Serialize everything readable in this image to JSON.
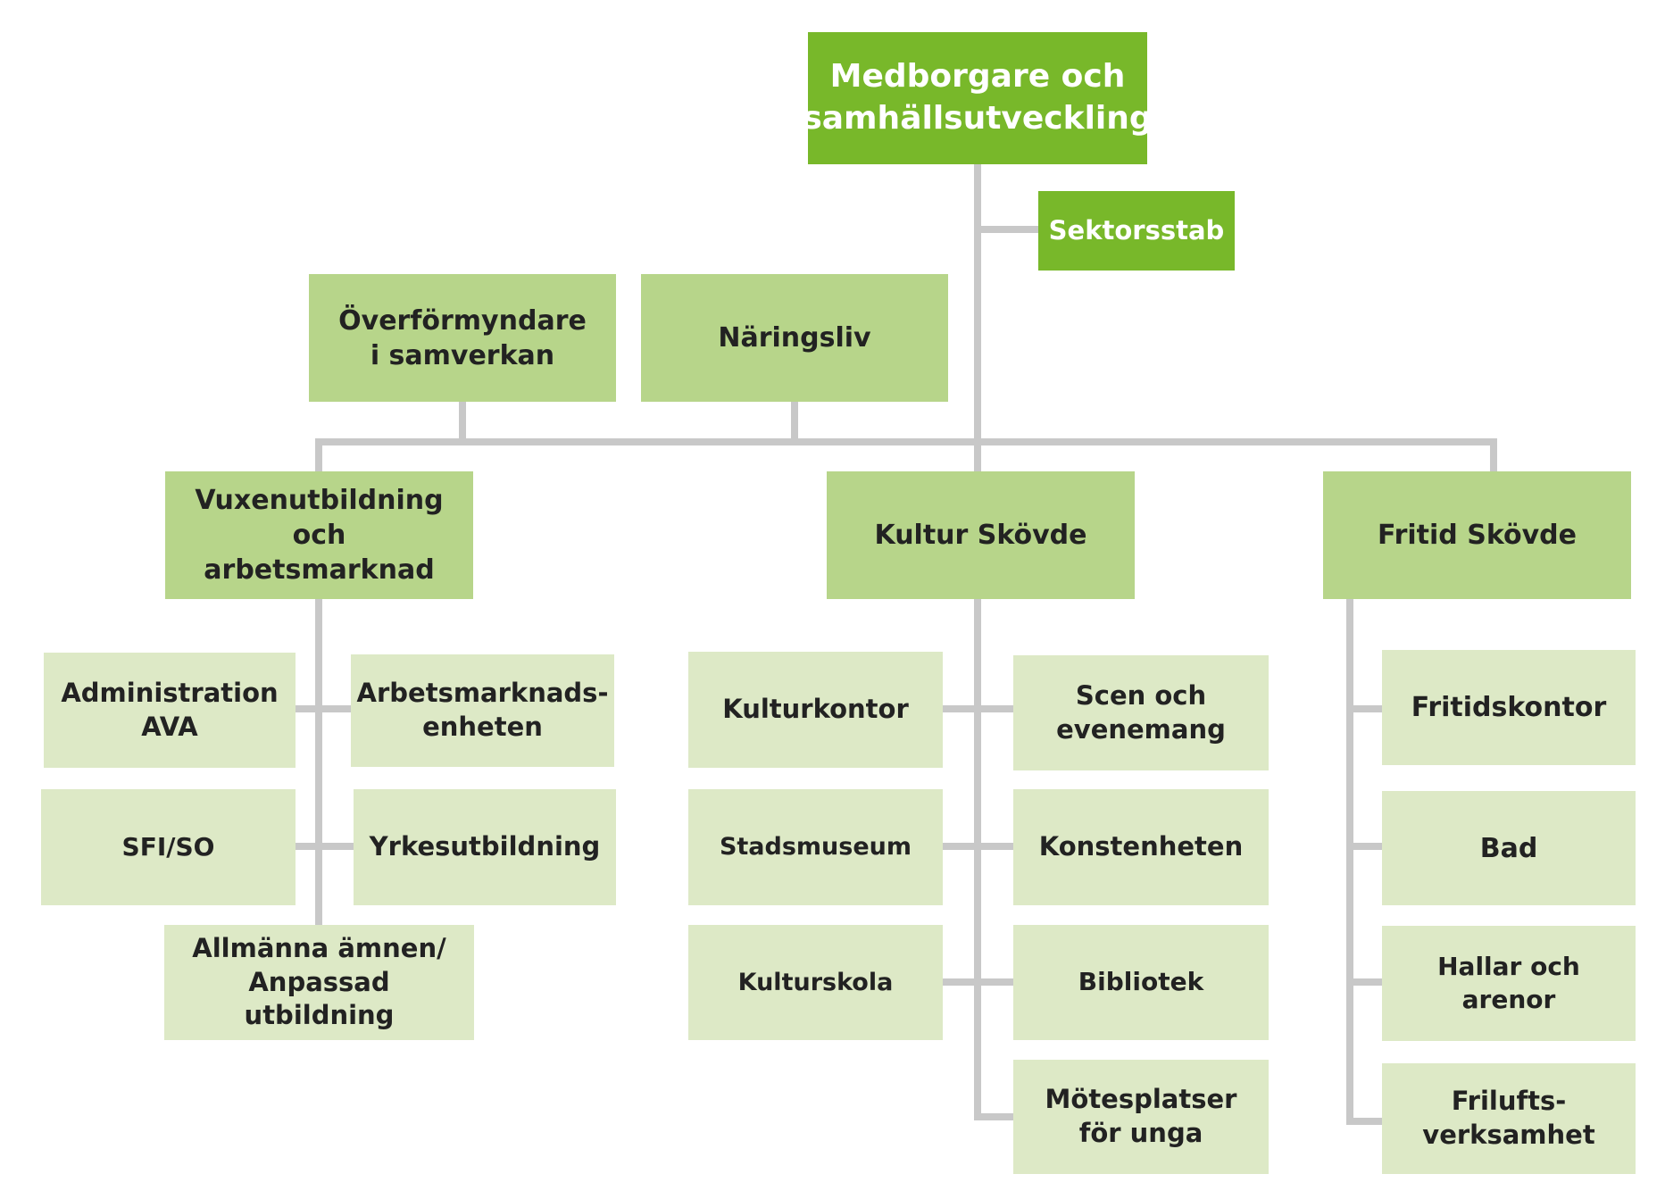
{
  "diagram": {
    "root": "Medborgare och\nsamhällsutveckling",
    "staff": "Sektorsstab",
    "side_units": {
      "overformyndare": "Överförmyndare\ni samverkan",
      "naringsliv": "Näringsliv"
    },
    "departments": {
      "vuxenutbildning": {
        "label": "Vuxenutbildning och\narbetsmarknad",
        "units": {
          "administration": "Administration\nAVA",
          "arbetsmarknad": "Arbetsmarknads-\nenheten",
          "sfi": "SFI/SO",
          "yrkesutbildning": "Yrkesutbildning",
          "allmanna": "Allmänna ämnen/\nAnpassad utbildning"
        }
      },
      "kultur": {
        "label": "Kultur Skövde",
        "units": {
          "kulturkontor": "Kulturkontor",
          "scen": "Scen och\nevenemang",
          "stadsmuseum": "Stadsmuseum",
          "konstenheten": "Konstenheten",
          "kulturskola": "Kulturskola",
          "bibliotek": "Bibliotek",
          "motesplatser": "Mötesplatser\nför unga"
        }
      },
      "fritid": {
        "label": "Fritid Skövde",
        "units": {
          "fritidskontor": "Fritidskontor",
          "bad": "Bad",
          "hallar": "Hallar och arenor",
          "friluftsverksamhet": "Frilufts-\nverksamhet"
        }
      }
    },
    "colors": {
      "top_level": "#78b82a",
      "department": "#b7d58a",
      "unit": "#dde9c6",
      "connector": "#c8c8c8"
    }
  }
}
